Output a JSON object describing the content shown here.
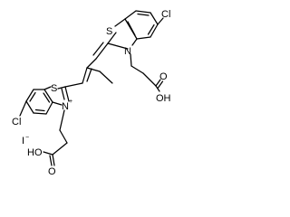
{
  "structure": {
    "atoms": {
      "s_top": "S",
      "n_top": "N",
      "cl_top": "Cl",
      "o_top": "O",
      "oh_top": "OH",
      "s_bottom": "S",
      "n_bottom": "N",
      "n_plus": "+",
      "cl_bottom": "Cl",
      "o_bottom": "O",
      "ho_bottom": "HO",
      "iodide": "I",
      "iodide_charge": "−"
    }
  }
}
